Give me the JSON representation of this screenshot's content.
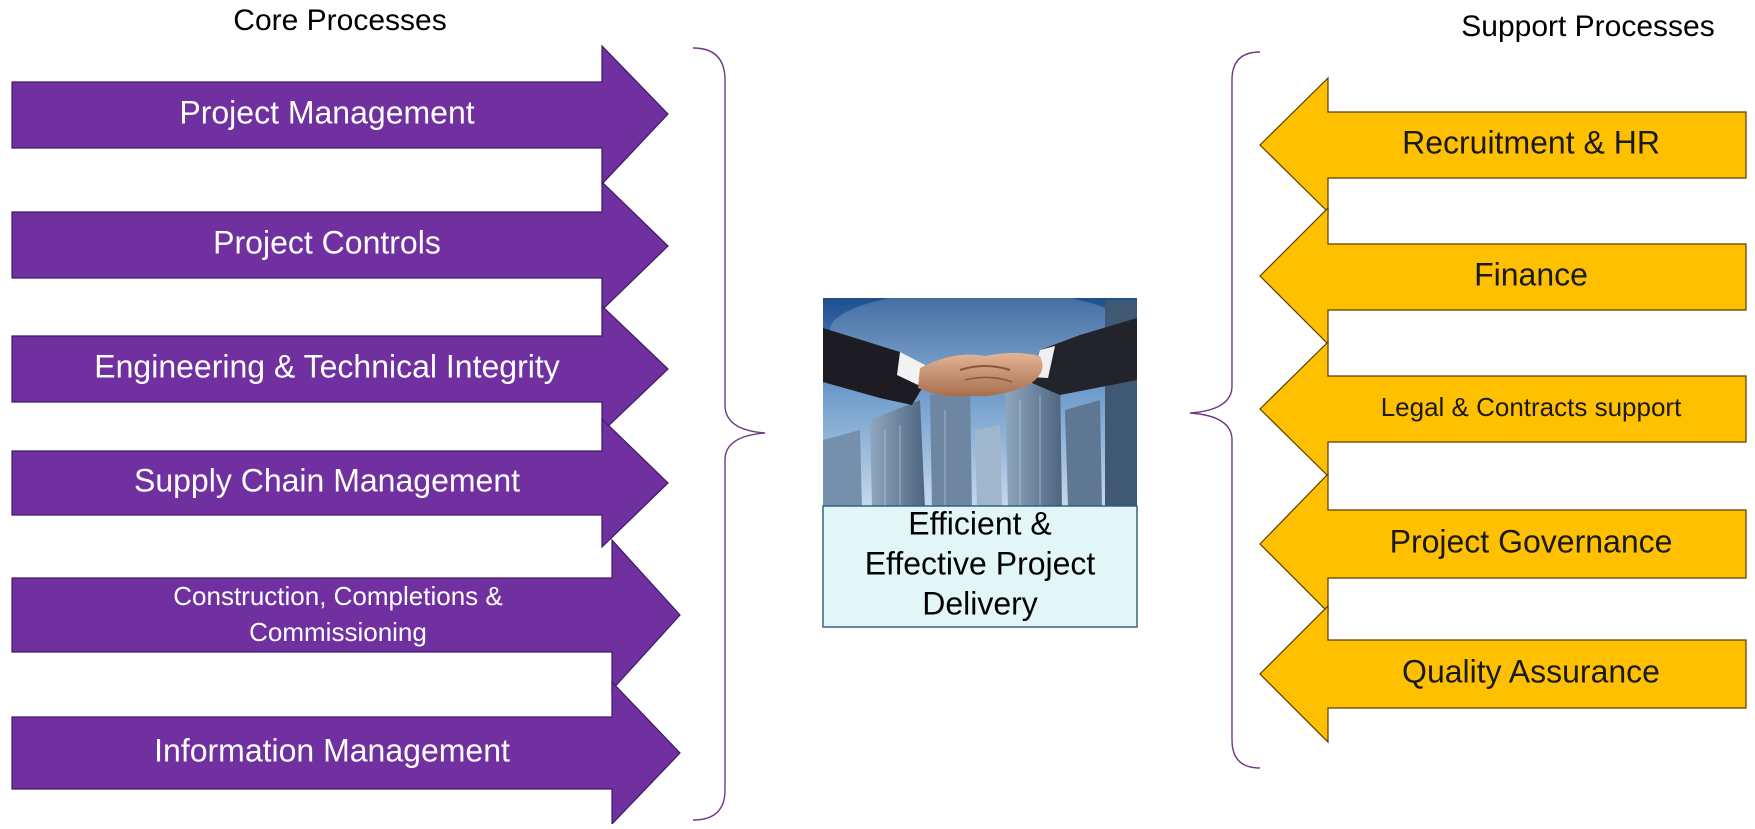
{
  "colors": {
    "core": "#7030a0",
    "support": "#ffc000"
  },
  "headings": {
    "core": "Core Processes",
    "support": "Support Processes"
  },
  "core_processes": [
    "Project Management",
    "Project Controls",
    "Engineering & Technical Integrity",
    "Supply Chain Management",
    [
      "Construction, Completions &",
      "Commissioning"
    ],
    "Information Management"
  ],
  "support_processes": [
    "Recruitment & HR",
    "Finance",
    "Legal & Contracts support",
    "Project Governance",
    "Quality Assurance"
  ],
  "center": {
    "lines": [
      "Efficient &",
      "Effective Project",
      "Delivery"
    ],
    "image": "handshake-over-skyscrapers-photo"
  }
}
